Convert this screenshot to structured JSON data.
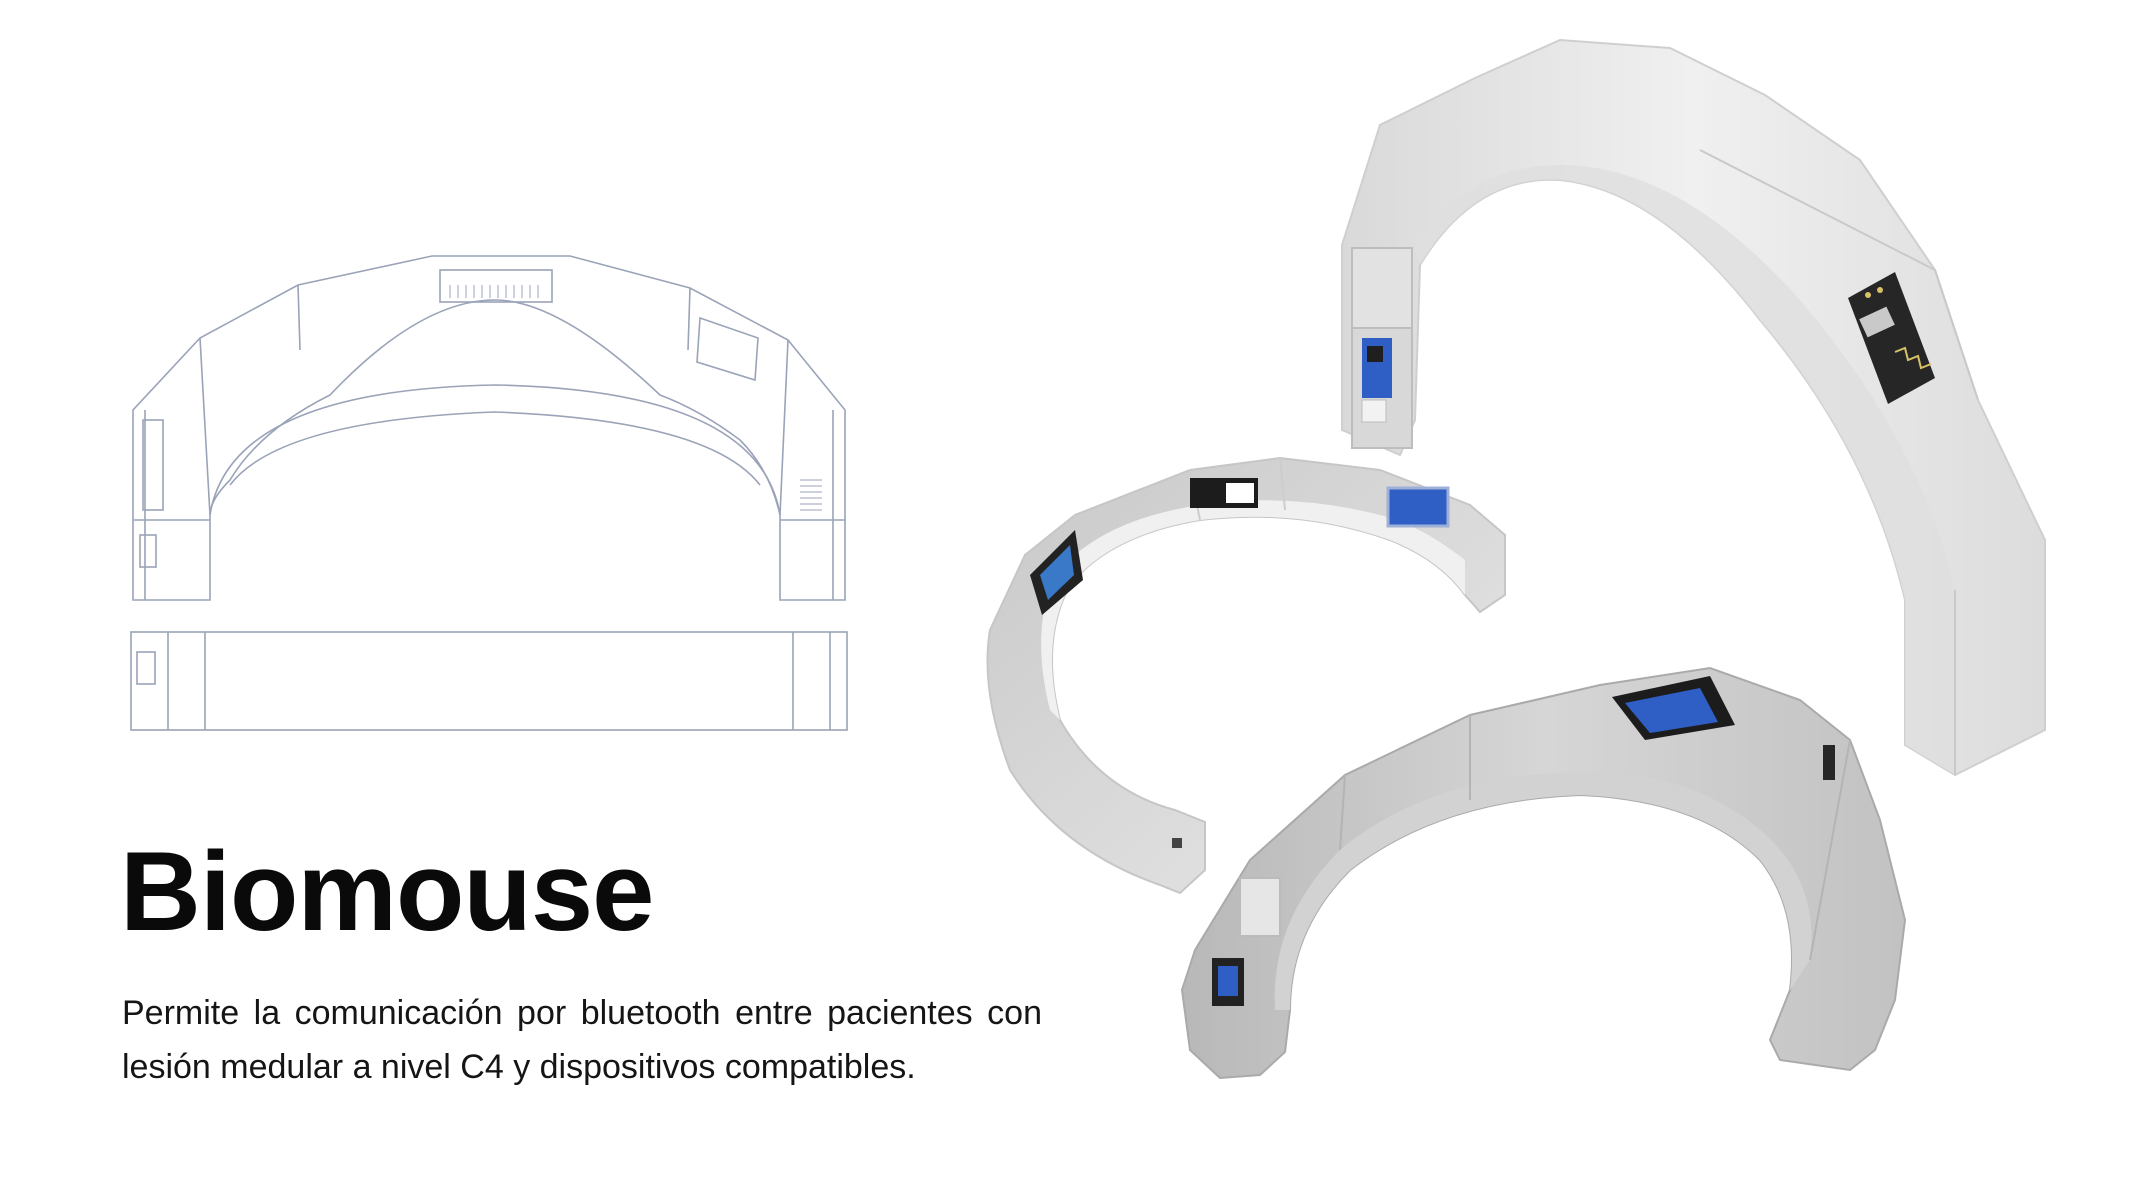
{
  "product": {
    "title": "Biomouse",
    "description": "Permite la comunicación por bluetooth entre pacientes con lesión medular a nivel C4 y dispositivos compatibles."
  },
  "colors": {
    "background": "#ffffff",
    "text": "#0a0a0a",
    "wireframe_line": "#9aa3b8",
    "housing_light": "#e9e9e9",
    "housing_shade": "#bdbdbd",
    "pcb_blue": "#2f5fc4",
    "pcb_black": "#1f1f1f"
  },
  "illustrations": [
    {
      "name": "technical-front-view",
      "kind": "line drawing"
    },
    {
      "name": "technical-bottom-view",
      "kind": "line drawing"
    },
    {
      "name": "headband-render-upright",
      "kind": "3d render"
    },
    {
      "name": "headband-render-open-left",
      "kind": "3d render"
    },
    {
      "name": "headband-render-bottom",
      "kind": "3d render"
    }
  ]
}
